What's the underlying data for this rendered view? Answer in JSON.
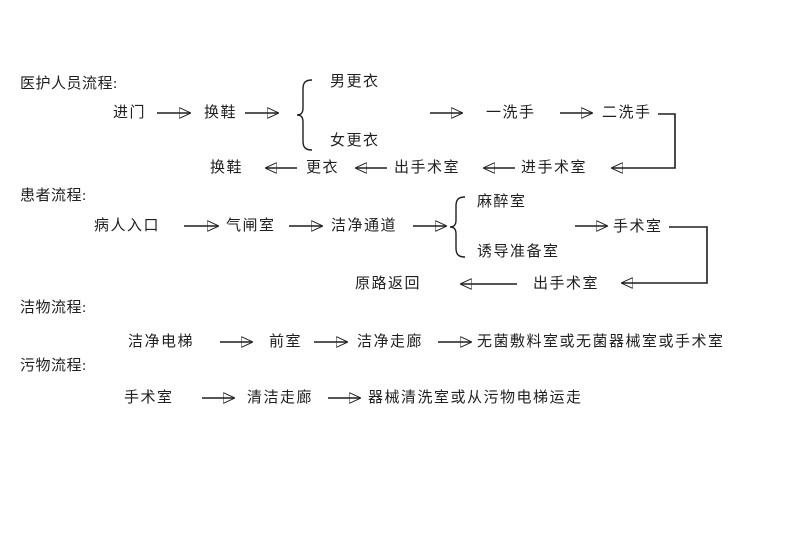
{
  "flows": {
    "staff": {
      "label": "医护人员流程:",
      "enter_door": "进门",
      "change_shoes": "换鞋",
      "male_changing_room": "男更衣",
      "female_changing_room": "女更衣",
      "first_hand_wash": "一洗手",
      "second_hand_wash": "二洗手",
      "enter_operating_room": "进手术室",
      "exit_operating_room": "出手术室",
      "change_clothes": "更衣",
      "change_shoes_return": "换鞋"
    },
    "patient": {
      "label": "患者流程:",
      "patient_entrance": "病人入口",
      "air_lock_room": "气闸室",
      "clean_passage": "洁净通道",
      "anesthesia_room": "麻醉室",
      "induction_prep_room": "诱导准备室",
      "operating_room": "手术室",
      "exit_operating_room": "出手术室",
      "return_original_route": "原路返回"
    },
    "clean_items": {
      "label": "洁物流程:",
      "clean_elevator": "洁净电梯",
      "anteroom": "前室",
      "clean_corridor": "洁净走廊",
      "destination": "无菌敷料室或无菌器械室或手术室"
    },
    "dirty_items": {
      "label": "污物流程:",
      "operating_room": "手术室",
      "cleaning_corridor": "清洁走廊",
      "destination": "器械清洗室或从污物电梯运走"
    },
    "line_color": "#1f1f1f"
  }
}
